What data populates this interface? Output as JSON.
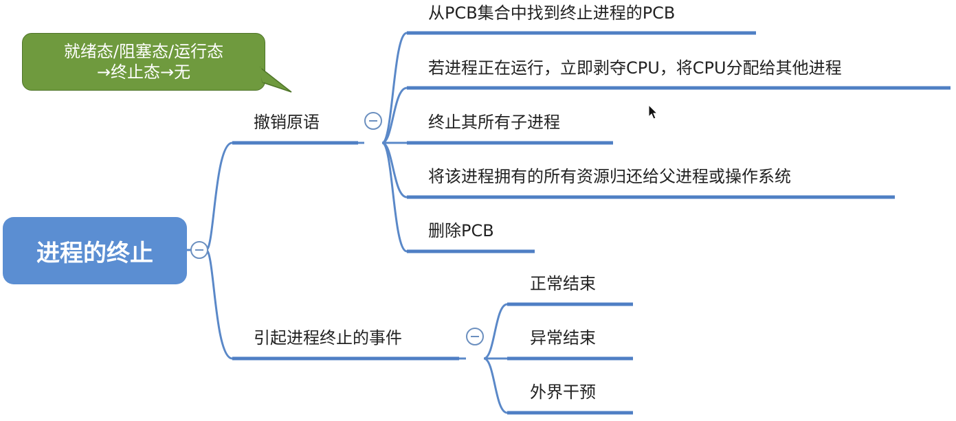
{
  "root": {
    "label": "进程的终止"
  },
  "callout": {
    "line1": "就绪态/阻塞态/运行态",
    "line2": "→终止态→无"
  },
  "branches": [
    {
      "label": "撤销原语",
      "children": [
        "从PCB集合中找到终止进程的PCB",
        "若进程正在运行，立即剥夺CPU，将CPU分配给其他进程",
        "终止其所有子进程",
        "将该进程拥有的所有资源归还给父进程或操作系统",
        "删除PCB"
      ]
    },
    {
      "label": "引起进程终止的事件",
      "children": [
        "正常结束",
        "异常结束",
        "外界干预"
      ]
    }
  ],
  "colors": {
    "root_fill": "#5b8ed2",
    "connector": "#5a88c8",
    "underline": "#4f7fc4",
    "callout_fill": "#6f9a3e",
    "text": "#222222"
  },
  "icons": [
    "collapse-icon",
    "mouse-pointer-icon"
  ]
}
